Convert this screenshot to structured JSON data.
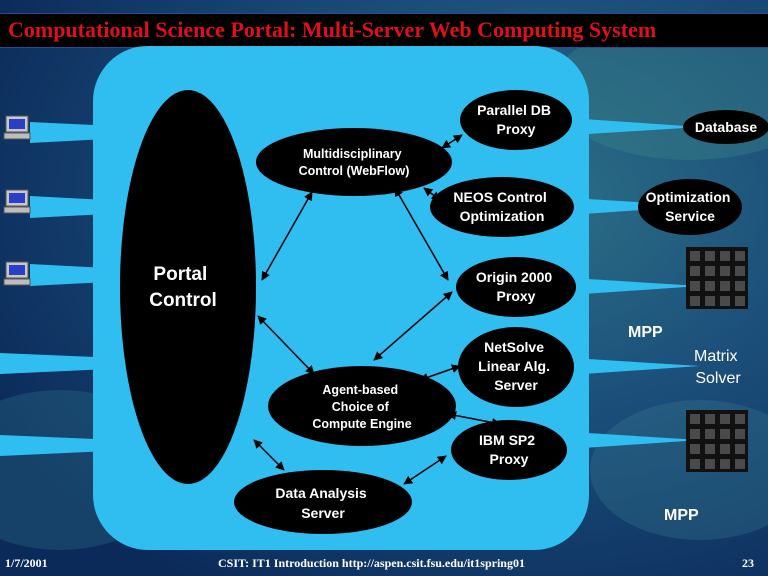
{
  "slide": {
    "title": "Computational Science Portal: Multi-Server Web Computing System",
    "footer": {
      "date": "1/7/2001",
      "course": "CSIT: IT1 Introduction http://aspen.csit.fsu.edu/it1spring01",
      "page": "23"
    }
  },
  "diagram": {
    "portal": {
      "line1": "Portal",
      "line2": "Control"
    },
    "webflow": {
      "line1": "Multidisciplinary",
      "line2": "Control (WebFlow)"
    },
    "agent": {
      "line1": "Agent-based",
      "line2": "Choice of",
      "line3": "Compute Engine"
    },
    "data_analysis": {
      "line1": "Data Analysis",
      "line2": "Server"
    },
    "parallel_db": {
      "line1": "Parallel DB",
      "line2": "Proxy"
    },
    "neos": {
      "line1": "NEOS Control",
      "line2": "Optimization"
    },
    "origin": {
      "line1": "Origin 2000",
      "line2": "Proxy"
    },
    "netsolve": {
      "line1": "NetSolve",
      "line2": "Linear Alg.",
      "line3": "Server"
    },
    "ibm": {
      "line1": "IBM SP2",
      "line2": "Proxy"
    },
    "database": {
      "label": "Database"
    },
    "optimization_service": {
      "line1": "Optimization",
      "line2": "Service"
    },
    "mpp_top": {
      "label": "MPP"
    },
    "matrix_solver": {
      "line1": "Matrix",
      "line2": "Solver"
    },
    "mpp_bottom": {
      "label": "MPP"
    }
  },
  "colors": {
    "panel": "#30bdf0",
    "node": "#000000",
    "text": "#ffffff",
    "title": "#e0101a"
  },
  "icons": [
    "computer-icon",
    "mpp-grid-icon"
  ]
}
